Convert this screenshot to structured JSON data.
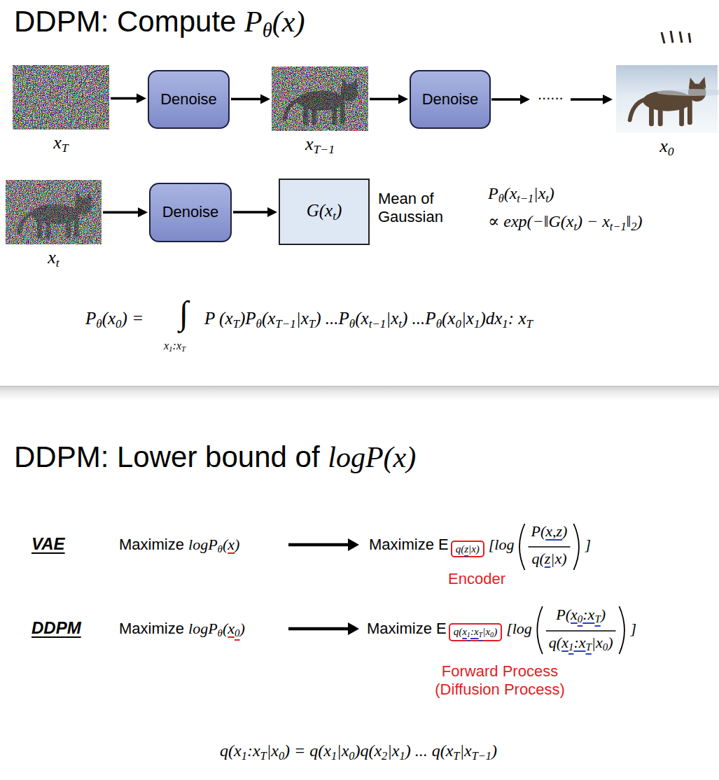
{
  "diagram": {
    "title": "DDPM: Compute Pθ(x)",
    "nodes": [
      {
        "text": [
          "xT"
        ]
      },
      {
        "text": [
          "Denoise"
        ]
      },
      {
        "text": [
          "xT−1"
        ]
      },
      {
        "text": [
          "Denoise"
        ]
      },
      {
        "text": [
          "x0"
        ]
      },
      {
        "text": [
          "xt"
        ]
      },
      {
        "text": [
          "Denoise"
        ]
      },
      {
        "text": [
          "G(xt)"
        ]
      },
      {
        "text": [
          "q(z|x)"
        ]
      },
      {
        "text": [
          "q(x1:xT|x0)"
        ]
      }
    ],
    "edges": [
      {
        "from": 0,
        "to": 1,
        "arrow": "to"
      },
      {
        "from": 1,
        "to": 2,
        "arrow": "to"
      },
      {
        "from": 2,
        "to": 3,
        "arrow": "to"
      },
      {
        "from": 5,
        "to": 6,
        "arrow": "to"
      },
      {
        "from": 6,
        "to": 7,
        "arrow": "to"
      }
    ],
    "labels": [
      "......",
      "Mean of Gaussian",
      "Pθ(xt−1|xt)",
      "∝ exp(−‖G(xt) − xt−1‖2)",
      "Pθ(x0) =",
      "∫",
      "x1:xT",
      "P (xT)Pθ(xT−1|xT) ...Pθ(xt−1|xt) ...Pθ(x0|x1)dx1: xT",
      "DDPM: Lower bound of logP(x)",
      "VAE",
      "Maximize logPθ(x)",
      "Maximize E",
      "[log",
      "P(x,z)",
      "q(z|x)",
      "]",
      "Encoder",
      "DDPM",
      "Maximize logPθ(x0)",
      "Maximize E",
      "[log",
      "P(x0:xT)",
      "q(x1:xT|x0)",
      "]",
      "Forward Process (Diffusion Process)",
      "q(x1:xT|x0) = q(x1|x0)q(x2|x1) ... q(xT|xT−1)"
    ]
  }
}
